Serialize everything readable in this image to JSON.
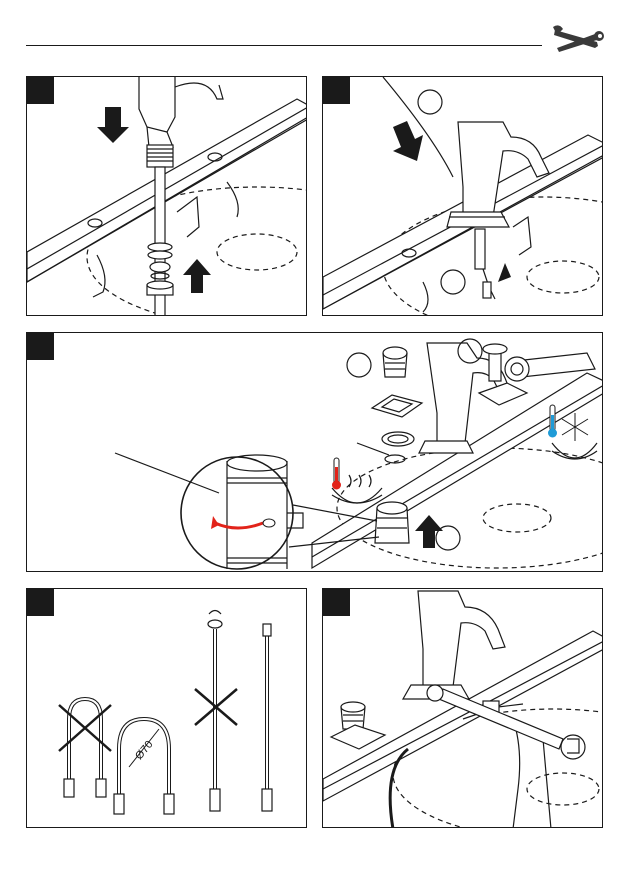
{
  "header": {
    "icon": "wrench-screwdriver-icon"
  },
  "steps": [
    {
      "number": "",
      "icon": "faucet-mounting"
    },
    {
      "number": "",
      "icon": "faucet-placement"
    },
    {
      "number": "",
      "icon": "cartridge-check"
    },
    {
      "number": "",
      "icon": "hose-bending"
    },
    {
      "number": "",
      "icon": "hose-connection"
    }
  ],
  "panel4": {
    "diameter_label": "Ø70"
  },
  "colors": {
    "hot": "#e2231a",
    "cold": "#1f9bd7",
    "line": "#1a1a1a"
  }
}
